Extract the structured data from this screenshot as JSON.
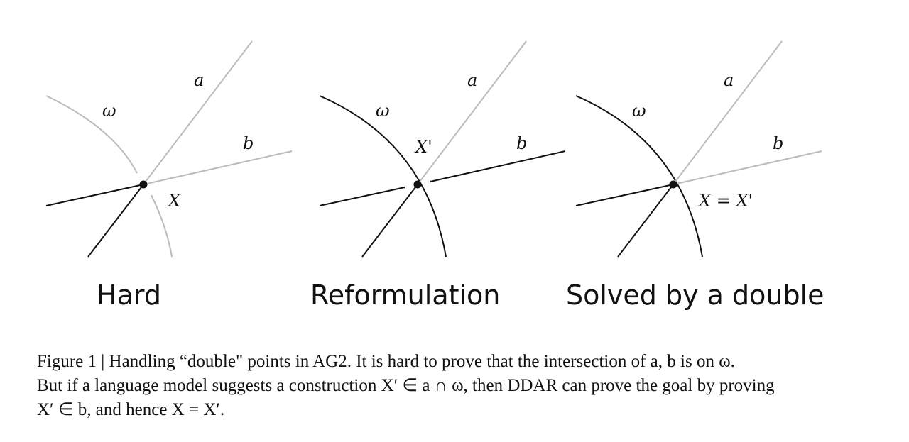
{
  "panels": [
    {
      "title": "Hard",
      "labels": {
        "omega": "ω",
        "a": "a",
        "b": "b",
        "x": "X"
      }
    },
    {
      "title": "Reformulation",
      "labels": {
        "omega": "ω",
        "a": "a",
        "b": "b",
        "x": "X'"
      }
    },
    {
      "title": "Solved by a double",
      "labels": {
        "omega": "ω",
        "a": "a",
        "b": "b",
        "x": "X = X'"
      }
    }
  ],
  "caption": {
    "line1": "Figure 1 | Handling “double\" points in AG2. It is hard to prove that the intersection of a, b is on ω.",
    "line2": "But if a language model suggests a construction X′ ∈ a ∩ ω, then DDAR can prove the goal by proving",
    "line3": "X′ ∈ b, and hence X = X′."
  },
  "colors": {
    "ink": "#111111",
    "gray": "#bbbbbb"
  }
}
